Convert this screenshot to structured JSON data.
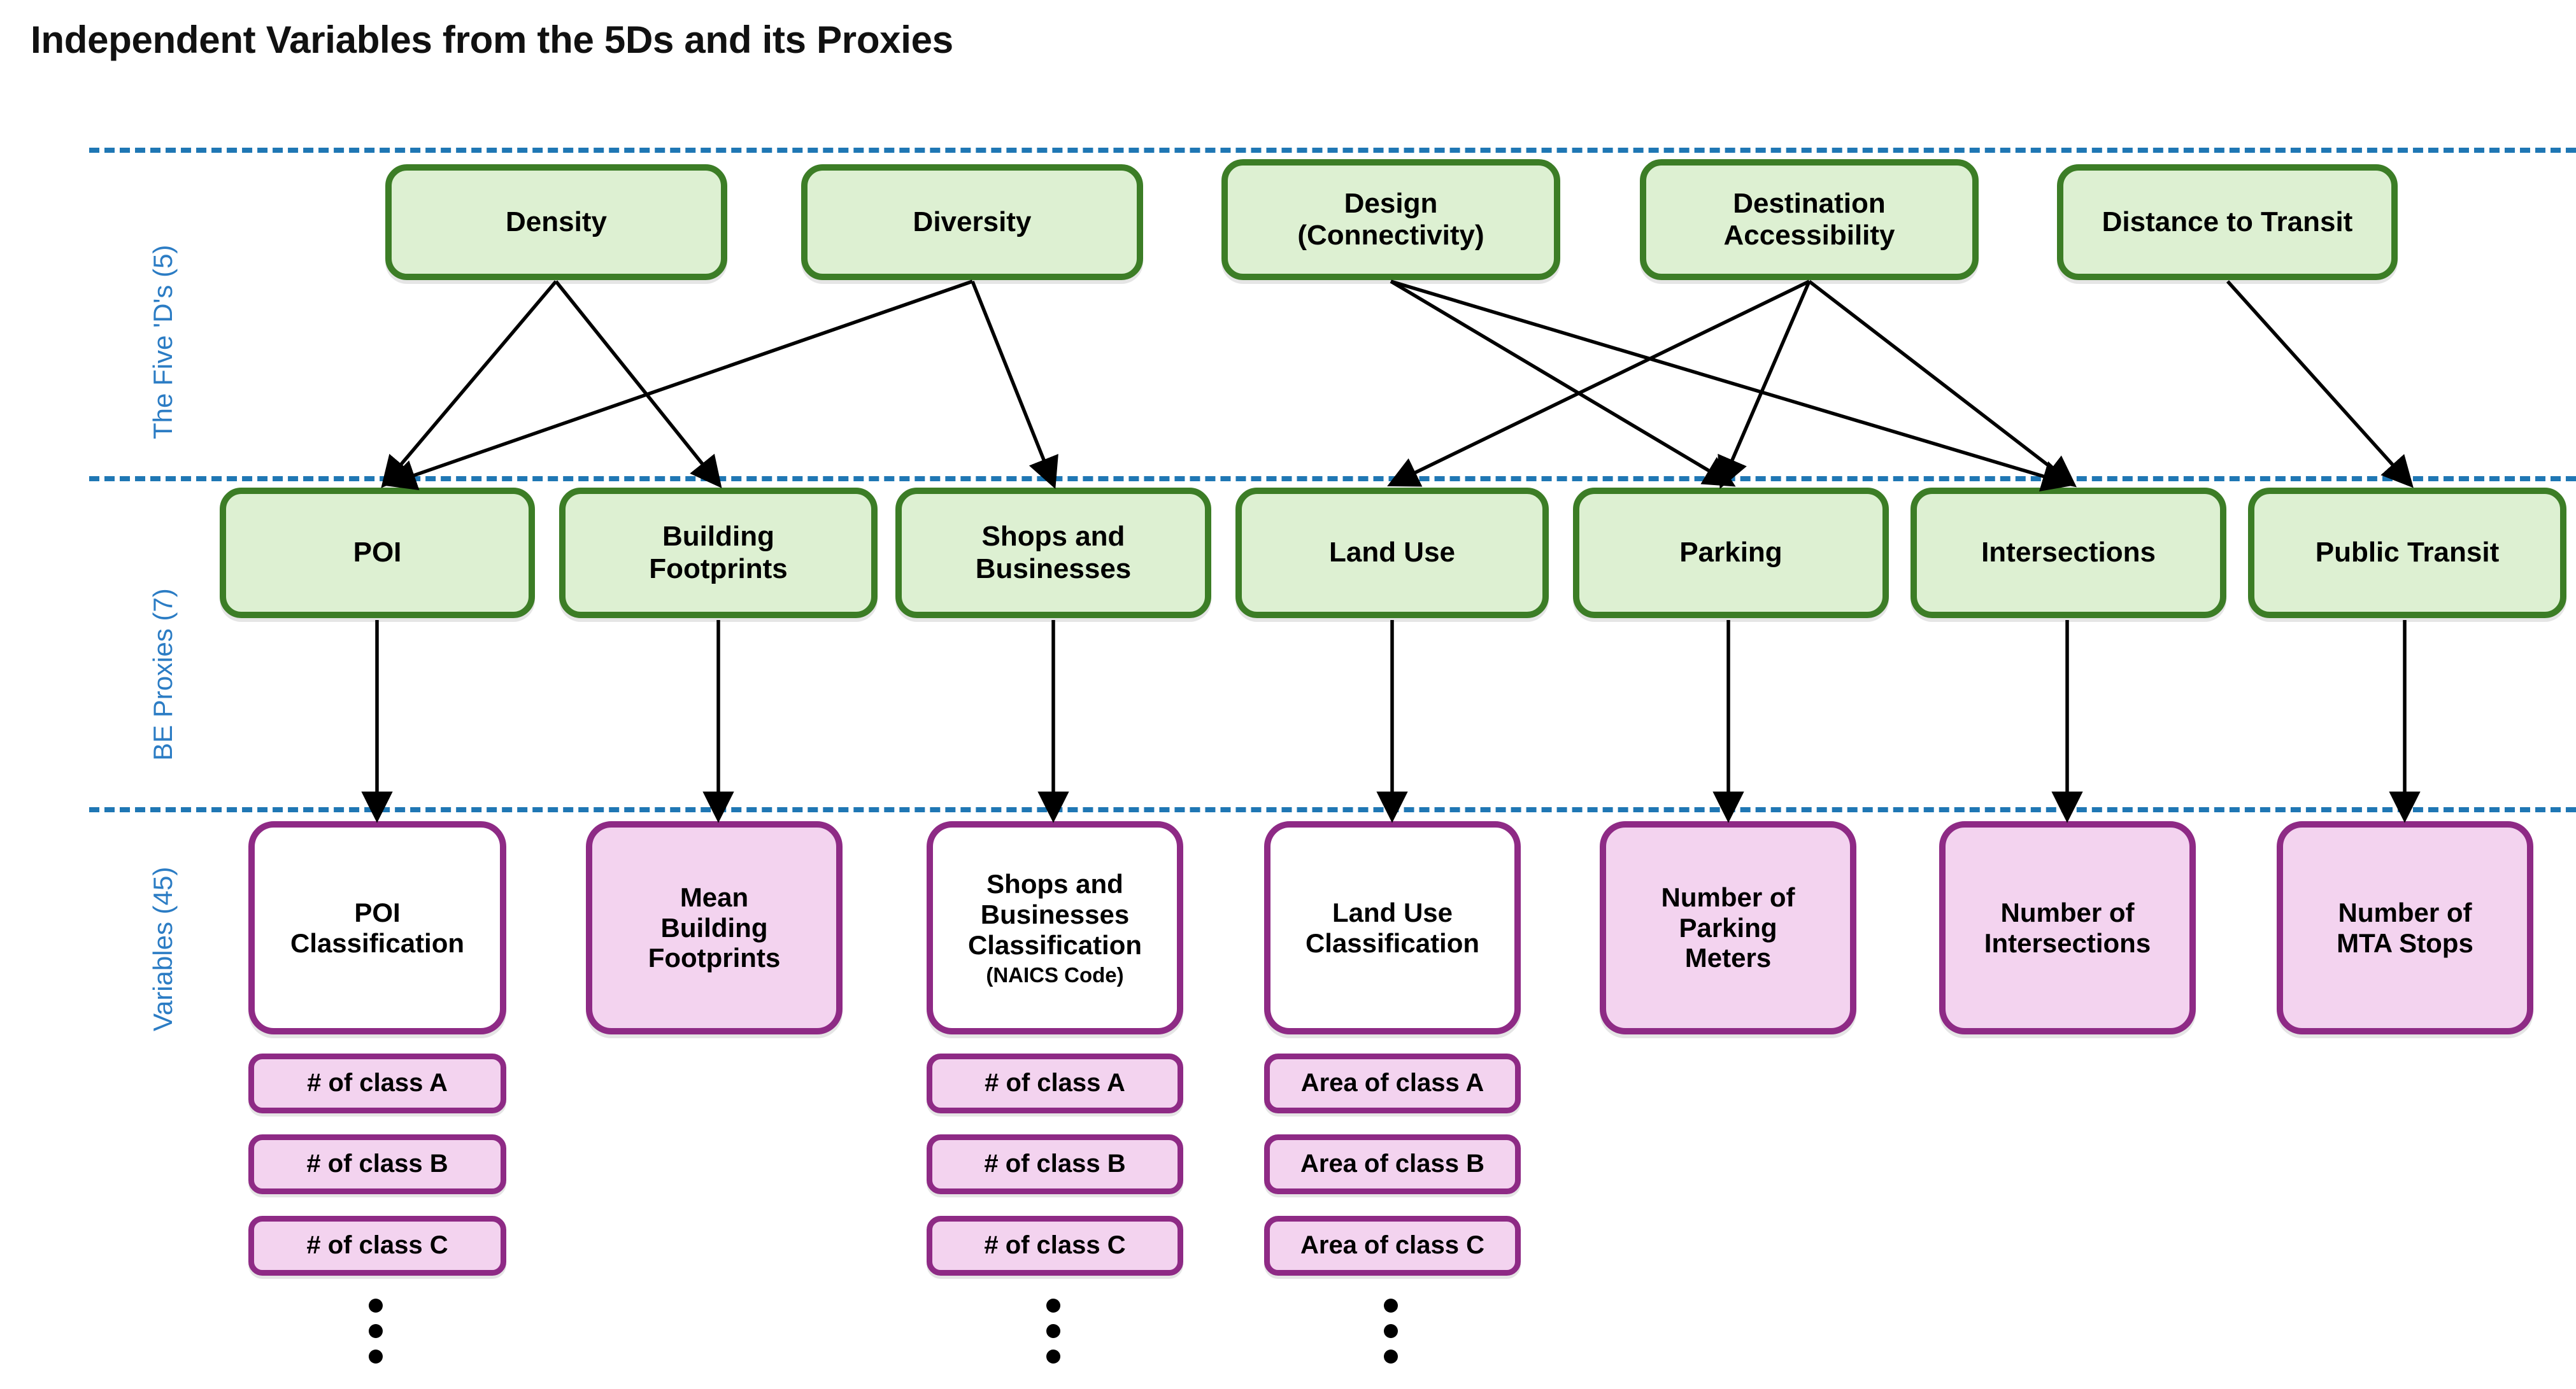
{
  "title": "Independent Variables from the 5Ds and its Proxies",
  "colors": {
    "green_border": "#3c7d26",
    "green_fill": "#ddf0d2",
    "purple_border": "#8e2a85",
    "pink_fill": "#f3d3ef",
    "white_fill": "#ffffff",
    "band_line": "#1f77b4",
    "band_label": "#2b7cc4",
    "arrow": "#000000",
    "title_text": "#111111"
  },
  "bands": [
    {
      "label": "The Five 'D's (5)"
    },
    {
      "label": "BE Proxies (7)"
    },
    {
      "label": "Variables (45)"
    }
  ],
  "five_ds": [
    {
      "label": "Density"
    },
    {
      "label": "Diversity"
    },
    {
      "label": "Design\n(Connectivity)"
    },
    {
      "label": "Destination\nAccessibility"
    },
    {
      "label": "Distance to Transit"
    }
  ],
  "be_proxies": [
    {
      "label": "POI"
    },
    {
      "label": "Building\nFootprints"
    },
    {
      "label": "Shops and\nBusinesses"
    },
    {
      "label": "Land Use"
    },
    {
      "label": "Parking"
    },
    {
      "label": "Intersections"
    },
    {
      "label": "Public Transit"
    }
  ],
  "variables": [
    {
      "label": "POI\nClassification",
      "sublabel": "",
      "fill": "white"
    },
    {
      "label": "Mean\nBuilding\nFootprints",
      "sublabel": "",
      "fill": "pink"
    },
    {
      "label": "Shops and\nBusinesses\nClassification",
      "sublabel": "(NAICS Code)",
      "fill": "white"
    },
    {
      "label": "Land Use\nClassification",
      "sublabel": "",
      "fill": "white"
    },
    {
      "label": "Number of\nParking\nMeters",
      "sublabel": "",
      "fill": "pink"
    },
    {
      "label": "Number of\nIntersections",
      "sublabel": "",
      "fill": "pink"
    },
    {
      "label": "Number of\nMTA Stops",
      "sublabel": "",
      "fill": "pink"
    }
  ],
  "class_pills": {
    "poi": [
      "# of class A",
      "# of class B",
      "# of class C"
    ],
    "shops": [
      "# of class A",
      "# of class B",
      "# of class C"
    ],
    "landuse": [
      "Area of class A",
      "Area of class B",
      "Area of class C"
    ]
  },
  "ellipsis_glyph": "⋮",
  "edges_5d_to_proxy": [
    {
      "from": "Density",
      "to": "POI"
    },
    {
      "from": "Density",
      "to": "Building Footprints"
    },
    {
      "from": "Diversity",
      "to": "POI"
    },
    {
      "from": "Diversity",
      "to": "Shops and Businesses"
    },
    {
      "from": "Design (Connectivity)",
      "to": "Parking"
    },
    {
      "from": "Design (Connectivity)",
      "to": "Intersections"
    },
    {
      "from": "Destination Accessibility",
      "to": "Land Use"
    },
    {
      "from": "Destination Accessibility",
      "to": "Parking"
    },
    {
      "from": "Destination Accessibility",
      "to": "Intersections"
    },
    {
      "from": "Distance to Transit",
      "to": "Public Transit"
    }
  ],
  "edges_proxy_to_variable": [
    {
      "from": "POI",
      "to": "POI Classification"
    },
    {
      "from": "Building Footprints",
      "to": "Mean Building Footprints"
    },
    {
      "from": "Shops and Businesses",
      "to": "Shops and Businesses Classification"
    },
    {
      "from": "Land Use",
      "to": "Land Use Classification"
    },
    {
      "from": "Parking",
      "to": "Number of Parking Meters"
    },
    {
      "from": "Intersections",
      "to": "Number of Intersections"
    },
    {
      "from": "Public Transit",
      "to": "Number of MTA Stops"
    }
  ]
}
